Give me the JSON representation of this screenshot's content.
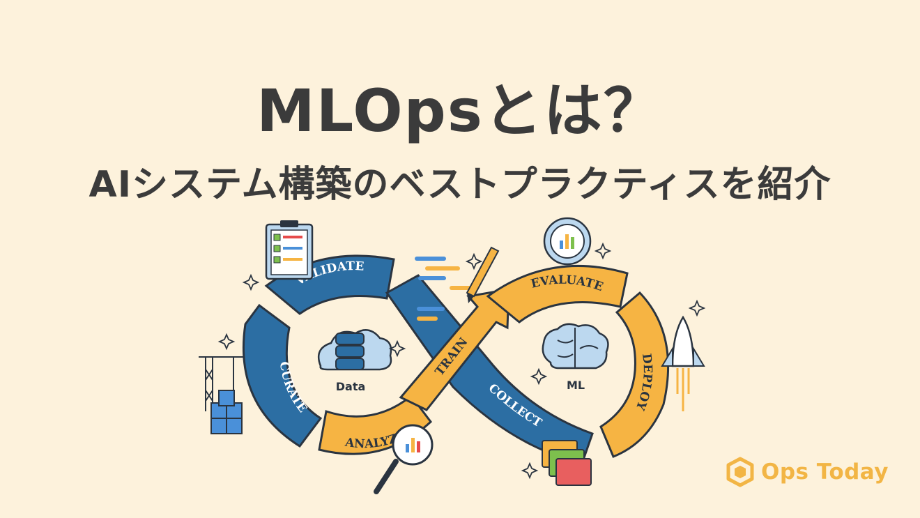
{
  "header": {
    "title": "MLOpsとは？",
    "subtitle": "AIシステム構築のベストプラクティスを紹介"
  },
  "diagram": {
    "left_loop": {
      "center_label": "Data",
      "stages": [
        "VALIDATE",
        "CURATE",
        "ANALYZE"
      ]
    },
    "center": {
      "stage": "TRAIN"
    },
    "right_loop": {
      "center_label": "ML",
      "stages": [
        "EVALUATE",
        "DEPLOY",
        "COLLECT"
      ]
    },
    "colors": {
      "blue": "#2c6ea3",
      "yellow": "#f6b443",
      "outline": "#2a3440",
      "background": "#fdf2dc"
    },
    "icons": [
      "clipboard-icon",
      "document-lines-icon",
      "pencil-icon",
      "gear-chart-icon",
      "database-cloud-icon",
      "brain-icon",
      "crane-icon",
      "cubes-icon",
      "magnifier-chart-icon",
      "folders-icon",
      "rocket-icon",
      "sparkle-icon"
    ]
  },
  "brand": {
    "name": "Ops Today",
    "color": "#f2b545"
  }
}
